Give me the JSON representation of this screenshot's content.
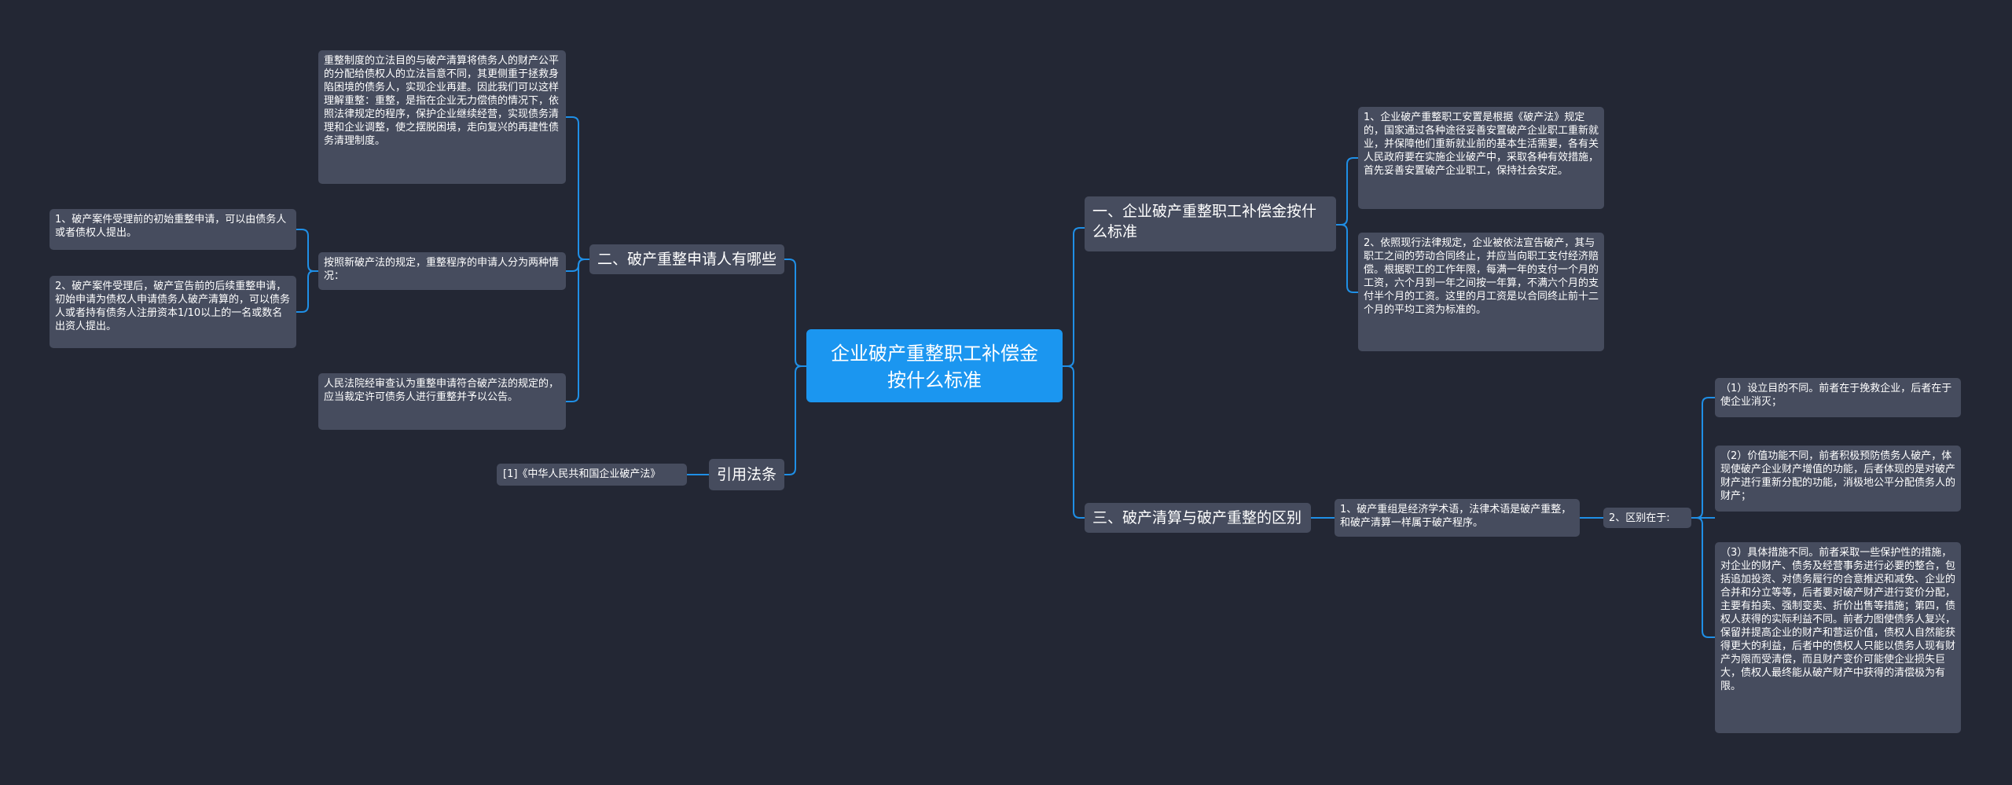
{
  "root": {
    "title": "企业破产重整职工补偿金按什么标准"
  },
  "branches": {
    "b1": {
      "label": "一、企业破产重整职工补偿金按什么标准",
      "leaves": [
        "1、企业破产重整职工安置是根据《破产法》规定的，国家通过各种途径妥善安置破产企业职工重新就业，并保障他们重新就业前的基本生活需要，各有关人民政府要在实施企业破产中，采取各种有效措施，首先妥善安置破产企业职工，保持社会安定。",
        "2、依照现行法律规定，企业被依法宣告破产，其与职工之间的劳动合同终止，并应当向职工支付经济赔偿。根据职工的工作年限，每满一年的支付一个月的工资，六个月到一年之间按一年算，不满六个月的支付半个月的工资。这里的月工资是以合同终止前十二个月的平均工资为标准的。"
      ]
    },
    "b2": {
      "label": "二、破产重整申请人有哪些",
      "leaf_top": "重整制度的立法目的与破产清算将债务人的财产公平的分配给债权人的立法旨意不同，其更侧重于拯救身陷困境的债务人，实现企业再建。因此我们可以这样理解重整：重整，是指在企业无力偿债的情况下，依照法律规定的程序，保护企业继续经营，实现债务清理和企业调整，使之摆脱困境，走向复兴的再建性债务清理制度。",
      "leaf_mid": "按照新破产法的规定，重整程序的申请人分为两种情况：",
      "leaf_mid_children": [
        "1、破产案件受理前的初始重整申请，可以由债务人或者债权人提出。",
        "2、破产案件受理后，破产宣告前的后续重整申请，初始申请为债权人申请债务人破产清算的，可以债务人或者持有债务人注册资本1/10以上的一名或数名出资人提出。"
      ],
      "leaf_bottom": "人民法院经审查认为重整申请符合破产法的规定的，应当裁定许可债务人进行重整并予以公告。"
    },
    "b3": {
      "label": "三、破产清算与破产重整的区别",
      "leaf": "1、破产重组是经济学术语，法律术语是破产重整，和破产清算一样属于破产程序。",
      "mid": "2、区别在于:",
      "items": [
        "（1）设立目的不同。前者在于挽救企业，后者在于使企业消灭；",
        "（2）价值功能不同，前者积极预防债务人破产，体现使破产企业财产增值的功能，后者体现的是对破产财产进行重新分配的功能，消极地公平分配债务人的财产；",
        "（3）具体措施不同。前者采取一些保护性的措施，对企业的财产、债务及经营事务进行必要的整合，包括追加投资、对债务履行的合意推迟和减免、企业的合并和分立等等，后者要对破产财产进行变价分配，主要有拍卖、强制变卖、折价出售等措施；第四，债权人获得的实际利益不同。前者力图使债务人复兴，保留并提高企业的财产和营运价值，债权人自然能获得更大的利益，后者中的债权人只能以债务人现有财产为限而受清偿，而且财产变价可能使企业损失巨大，债权人最终能从破产财产中获得的清偿极为有限。"
      ]
    },
    "b4": {
      "label": "引用法条",
      "leaf": "[1]《中华人民共和国企业破产法》"
    }
  }
}
